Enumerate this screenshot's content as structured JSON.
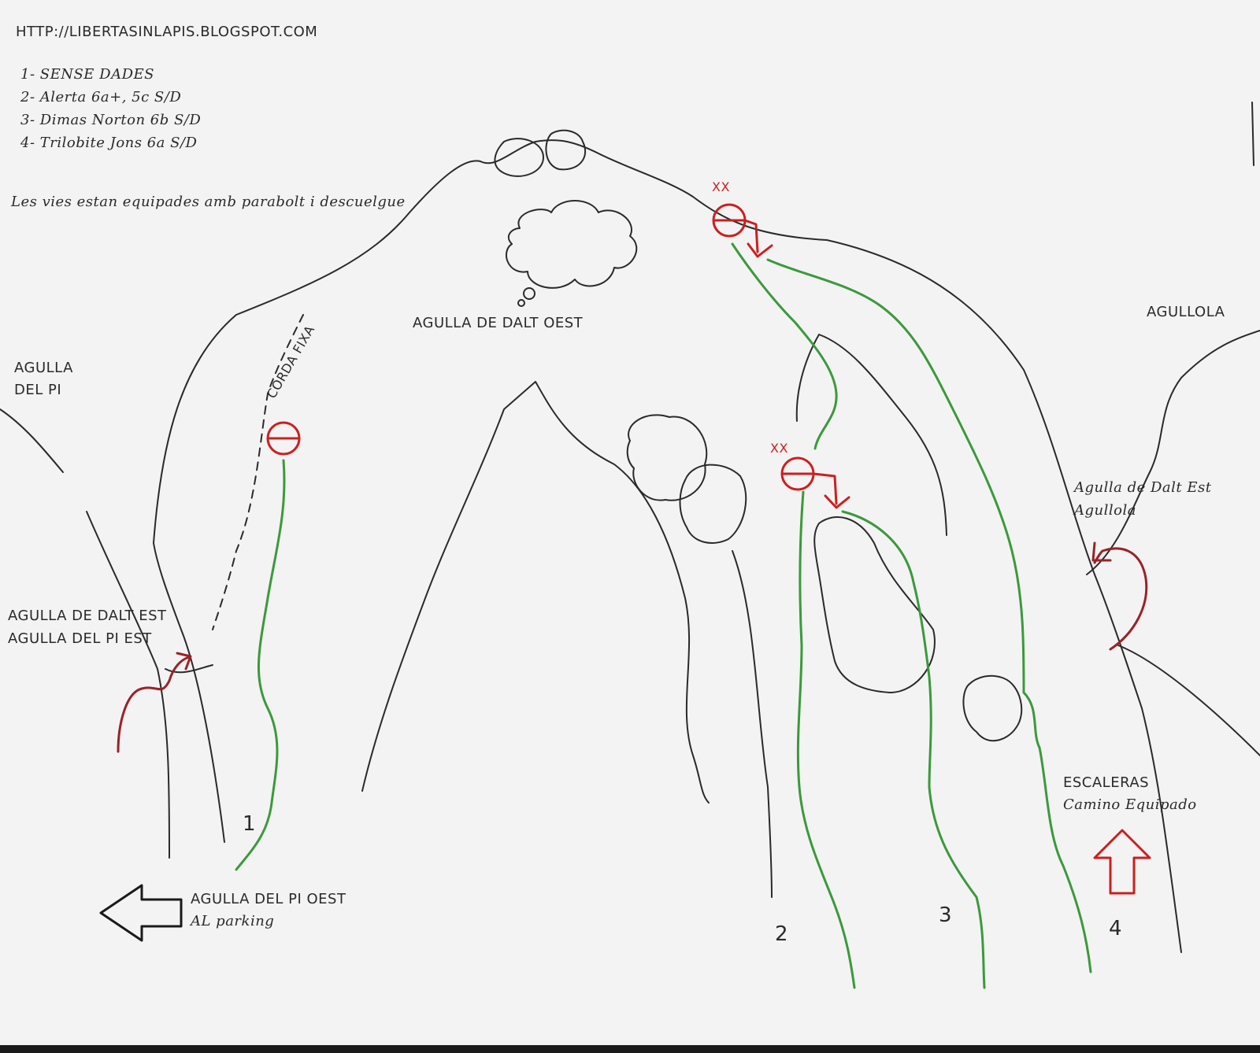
{
  "header": {
    "url": "HTTP://LIBERTASINLAPIS.BLOGSPOT.COM"
  },
  "legend": {
    "routes": [
      "1- SENSE DADES",
      "2- Alerta 6a+, 5c S/D",
      "3- Dimas Norton 6b S/D",
      "4- Trilobite Jons 6a S/D"
    ],
    "note": "Les vies estan equipades amb parabolt i descuelgue"
  },
  "labels": {
    "agulla_dalt_oest": "AGULLA DE DALT OEST",
    "agullola": "AGULLOLA",
    "agulla_del_pi_line1": "AGULLA",
    "agulla_del_pi_line2": "DEL PI",
    "corda_fixa": "CORDA FIXA",
    "dalt_est_line1": "AGULLA DE DALT EST",
    "dalt_est_line2": "AGULLA DEL PI EST",
    "right_dalt_est_line1": "Agulla de Dalt Est",
    "right_dalt_est_line2": "Agullola",
    "escaleras_line1": "ESCALERAS",
    "escaleras_line2": "Camino Equipado",
    "pi_oest_line1": "AGULLA DEL PI OEST",
    "pi_oest_line2": "AL parking",
    "anchor_mark": "XX"
  },
  "route_numbers": [
    "1",
    "2",
    "3",
    "4"
  ],
  "colors": {
    "paper": "#f3f3f3",
    "ink": "#2a2a2a",
    "route": "#3a9a3a",
    "anchor": "#cc1f1f",
    "approach": "#9b2226"
  },
  "icons": {
    "anchor": "circle-with-bar-icon",
    "rappel": "down-arrow-icon",
    "parking": "left-arrow-icon",
    "stairs": "up-arrow-icon"
  }
}
